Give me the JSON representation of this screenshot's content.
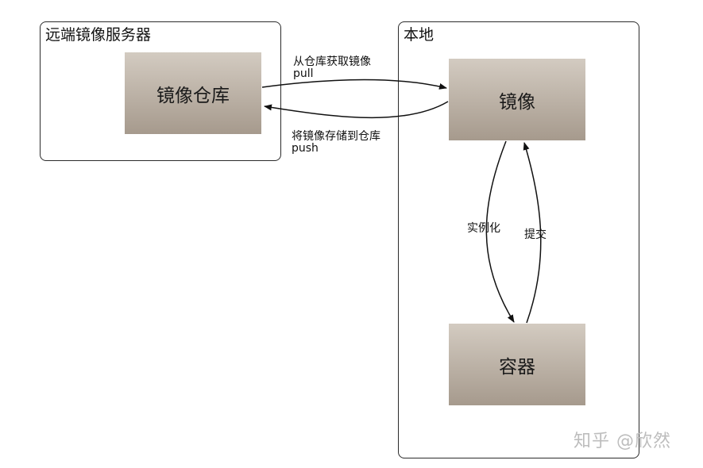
{
  "groups": {
    "remote": "远端镜像服务器",
    "local": "本地"
  },
  "nodes": {
    "registry": "镜像仓库",
    "image": "镜像",
    "container": "容器"
  },
  "edges": {
    "pull": {
      "label": "从仓库获取镜像",
      "command": "pull"
    },
    "push": {
      "label": "将镜像存储到仓库",
      "command": "push"
    },
    "instantiate": {
      "label": "实例化"
    },
    "commit": {
      "label": "提交"
    }
  },
  "watermark": "知乎 @欣然"
}
